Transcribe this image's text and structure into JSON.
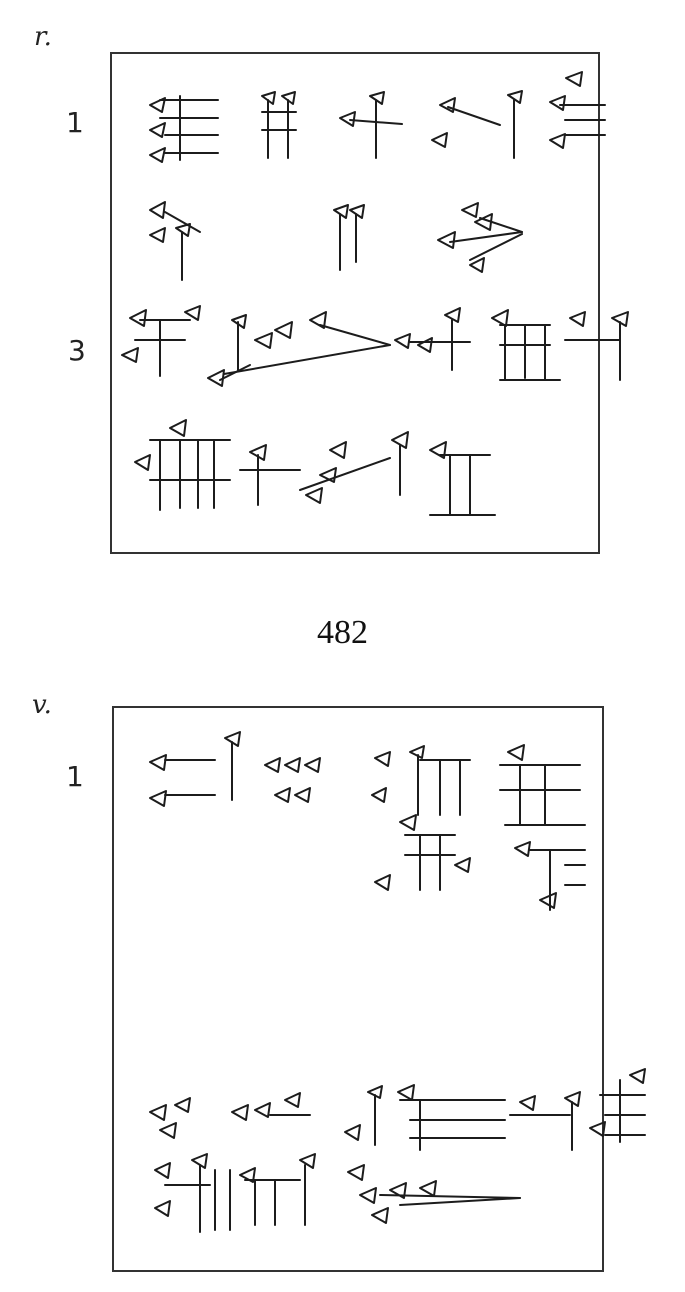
{
  "obverse": {
    "side_label": "r.",
    "line_numbers": [
      "1",
      "3"
    ]
  },
  "text_number": "482",
  "reverse": {
    "side_label": "v.",
    "line_numbers": [
      "1"
    ]
  }
}
